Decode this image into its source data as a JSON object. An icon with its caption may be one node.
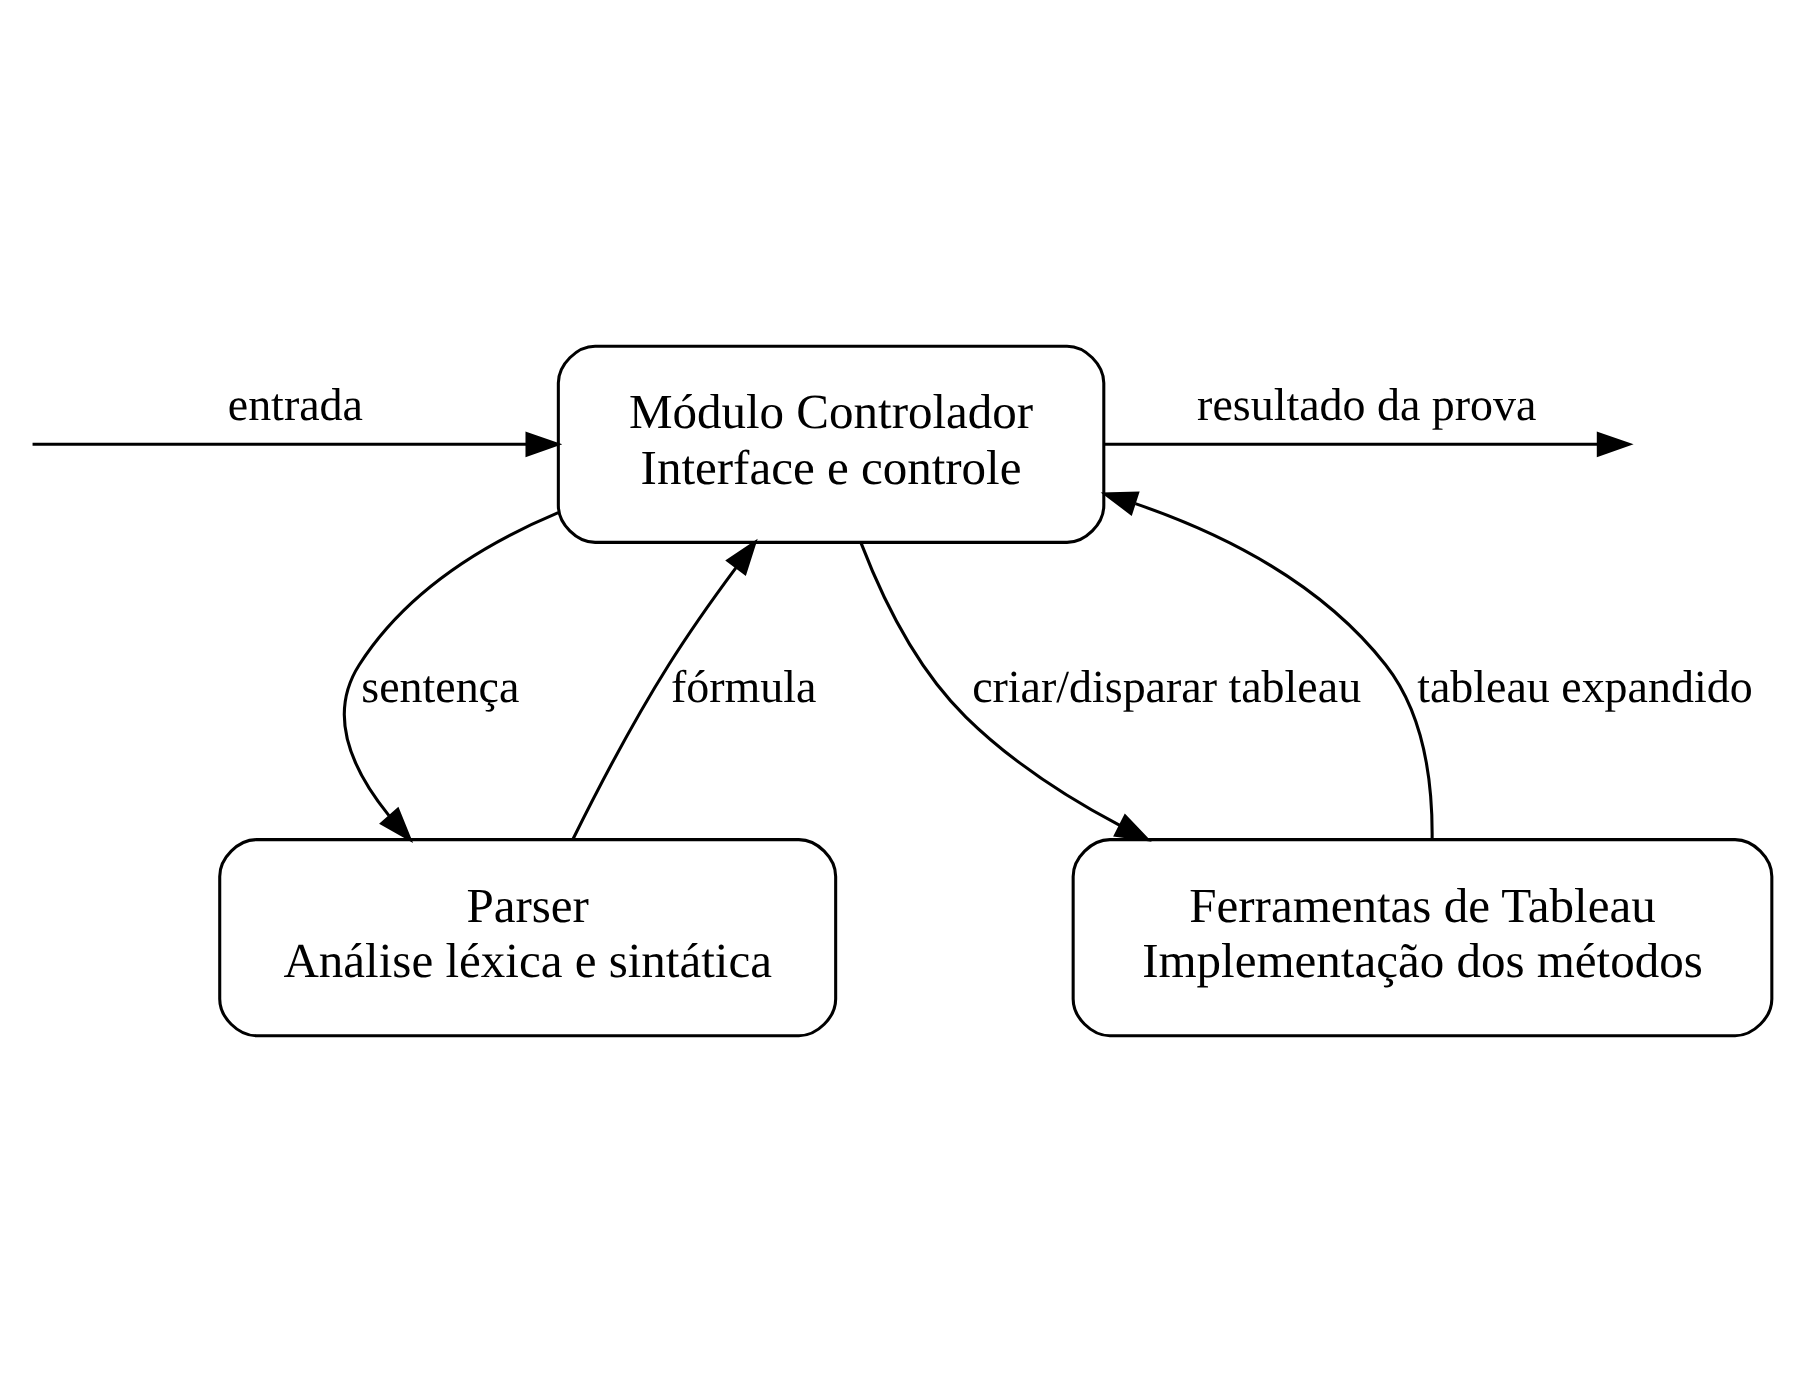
{
  "diagram": {
    "nodes": [
      {
        "text": [
          "Módulo Controlador",
          "Interface e controle"
        ]
      },
      {
        "text": [
          "Parser",
          "Análise léxica e sintática"
        ]
      },
      {
        "text": [
          "Ferramentas de Tableau",
          "Implementação dos métodos"
        ]
      }
    ],
    "edges": [
      {
        "from": null,
        "to": 0,
        "arrow": "to",
        "label": "entrada"
      },
      {
        "from": 0,
        "to": null,
        "arrow": "to",
        "label": "resultado da prova"
      },
      {
        "from": 0,
        "to": 1,
        "arrow": "to",
        "label": "sentença"
      },
      {
        "from": 1,
        "to": 0,
        "arrow": "to",
        "label": "fórmula"
      },
      {
        "from": 0,
        "to": 2,
        "arrow": "to",
        "label": "criar/disparar tableau"
      },
      {
        "from": 2,
        "to": 0,
        "arrow": "to",
        "label": "tableau expandido"
      }
    ]
  }
}
